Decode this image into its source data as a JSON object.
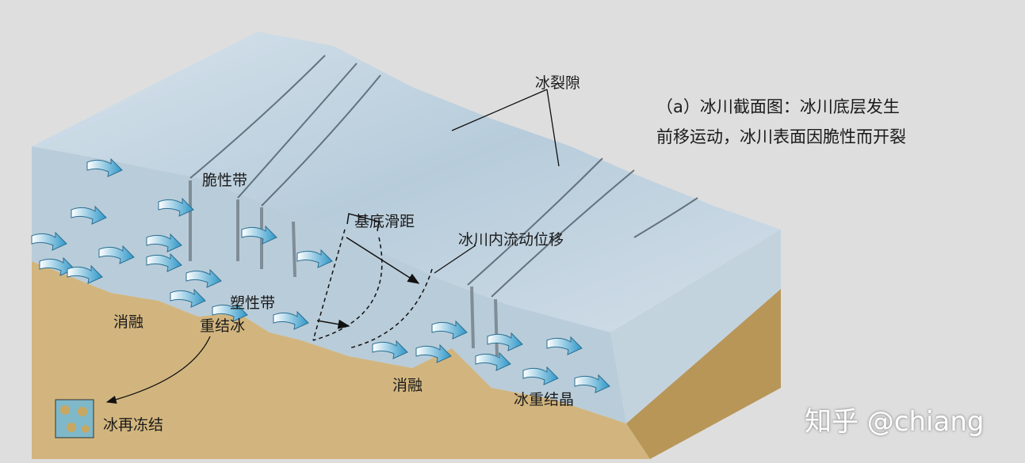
{
  "caption": {
    "line1": "（a）冰川截面图：冰川底层发生",
    "line2": "前移运动，冰川表面因脆性而开裂"
  },
  "labels": {
    "crevasse": "冰裂隙",
    "brittle_zone": "脆性带",
    "basal_slip": "基底滑距",
    "internal_flow": "冰川内流动位移",
    "plastic_zone": "塑性带",
    "melt_left": "消融",
    "refreeze_ice": "重结冰",
    "melt_center": "消融",
    "recrystallization": "冰重结晶",
    "legend_refreeze": "冰再冻结"
  },
  "watermark": "知乎 @chiang",
  "colors": {
    "ice_top": "#c6d6e2",
    "ice_front": "#b9ccd9",
    "bedrock": "#d2b57e",
    "arrow": "#4aa8d0",
    "background": "#dedede"
  }
}
